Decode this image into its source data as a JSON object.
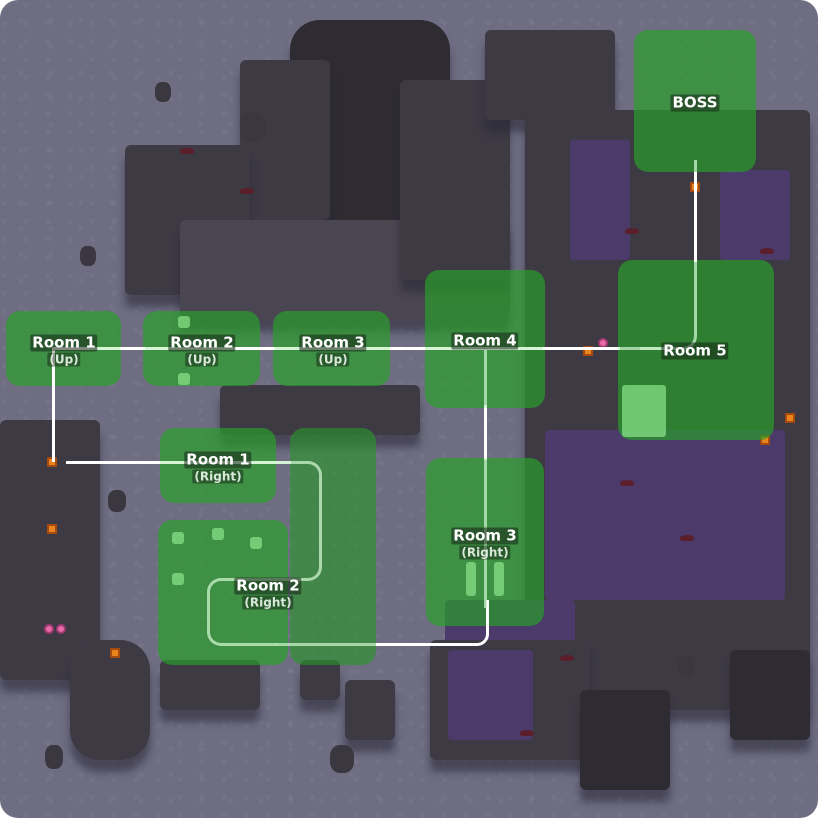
{
  "map": {
    "colors": {
      "background": "#6e6d82",
      "terrain": "#3d3a44",
      "pool": "#4b3a6a",
      "room_overlay": "#28a028",
      "path_primary": "#ffffff",
      "path_secondary": "#c8f0c8",
      "torch": "#e9841f"
    },
    "rooms": {
      "up_1": {
        "name": "Room 1",
        "sub": "(Up)"
      },
      "up_2": {
        "name": "Room 2",
        "sub": "(Up)"
      },
      "up_3": {
        "name": "Room 3",
        "sub": "(Up)"
      },
      "room_4": {
        "name": "Room 4"
      },
      "room_5": {
        "name": "Room 5"
      },
      "boss": {
        "name": "BOSS"
      },
      "right_1": {
        "name": "Room 1",
        "sub": "(Right)"
      },
      "right_2": {
        "name": "Room 2",
        "sub": "(Right)"
      },
      "right_3": {
        "name": "Room 3",
        "sub": "(Right)"
      }
    }
  }
}
